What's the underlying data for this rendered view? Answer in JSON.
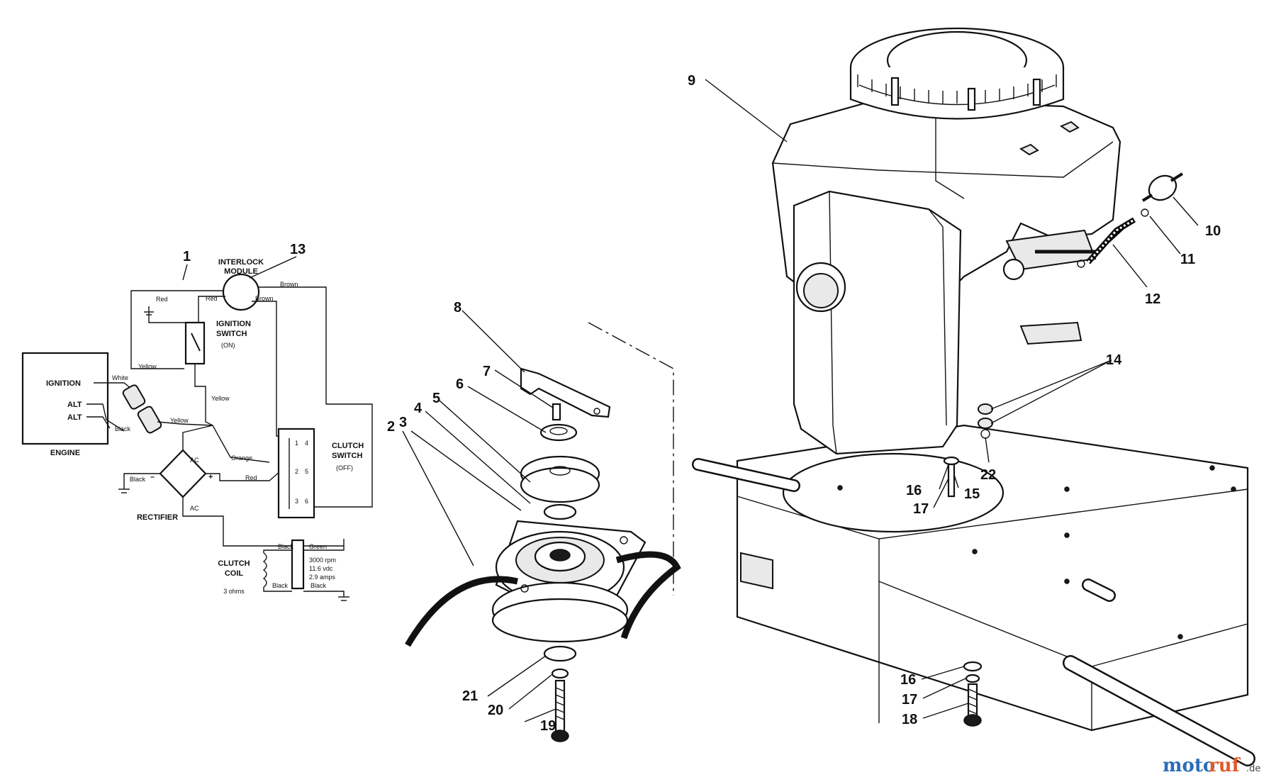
{
  "callouts": [
    "1",
    "2",
    "3",
    "4",
    "5",
    "6",
    "7",
    "8",
    "9",
    "10",
    "11",
    "12",
    "13",
    "14",
    "15",
    "16",
    "17",
    "18",
    "19",
    "20",
    "21",
    "22"
  ],
  "schematic": {
    "interlock_module": [
      "INTERLOCK",
      "MODULE"
    ],
    "ignition_switch": [
      "IGNITION",
      "SWITCH",
      "(ON)"
    ],
    "clutch_switch": [
      "CLUTCH",
      "SWITCH",
      "(OFF)"
    ],
    "engine_box": {
      "ignition": "IGNITION",
      "alt1": "ALT",
      "alt2": "ALT",
      "engine": "ENGINE"
    },
    "rectifier": "RECTIFIER",
    "clutch_coil": [
      "CLUTCH",
      "COIL",
      "3 ohms"
    ],
    "coil_specs": [
      "3000 rpm",
      "11.6 vdc",
      "2.9 amps"
    ],
    "wires": {
      "red": "Red",
      "brown": "Brown",
      "yellow": "Yellow",
      "white": "White",
      "black": "Black",
      "orange": "Orange",
      "green": "Green"
    },
    "ac": "AC",
    "minus": "–",
    "plus": "+",
    "switch_pins": [
      "1",
      "4",
      "2",
      "5",
      "3",
      "6"
    ]
  },
  "watermark": {
    "part1": "moto",
    "part2": "ruf",
    "suffix": ".de"
  }
}
